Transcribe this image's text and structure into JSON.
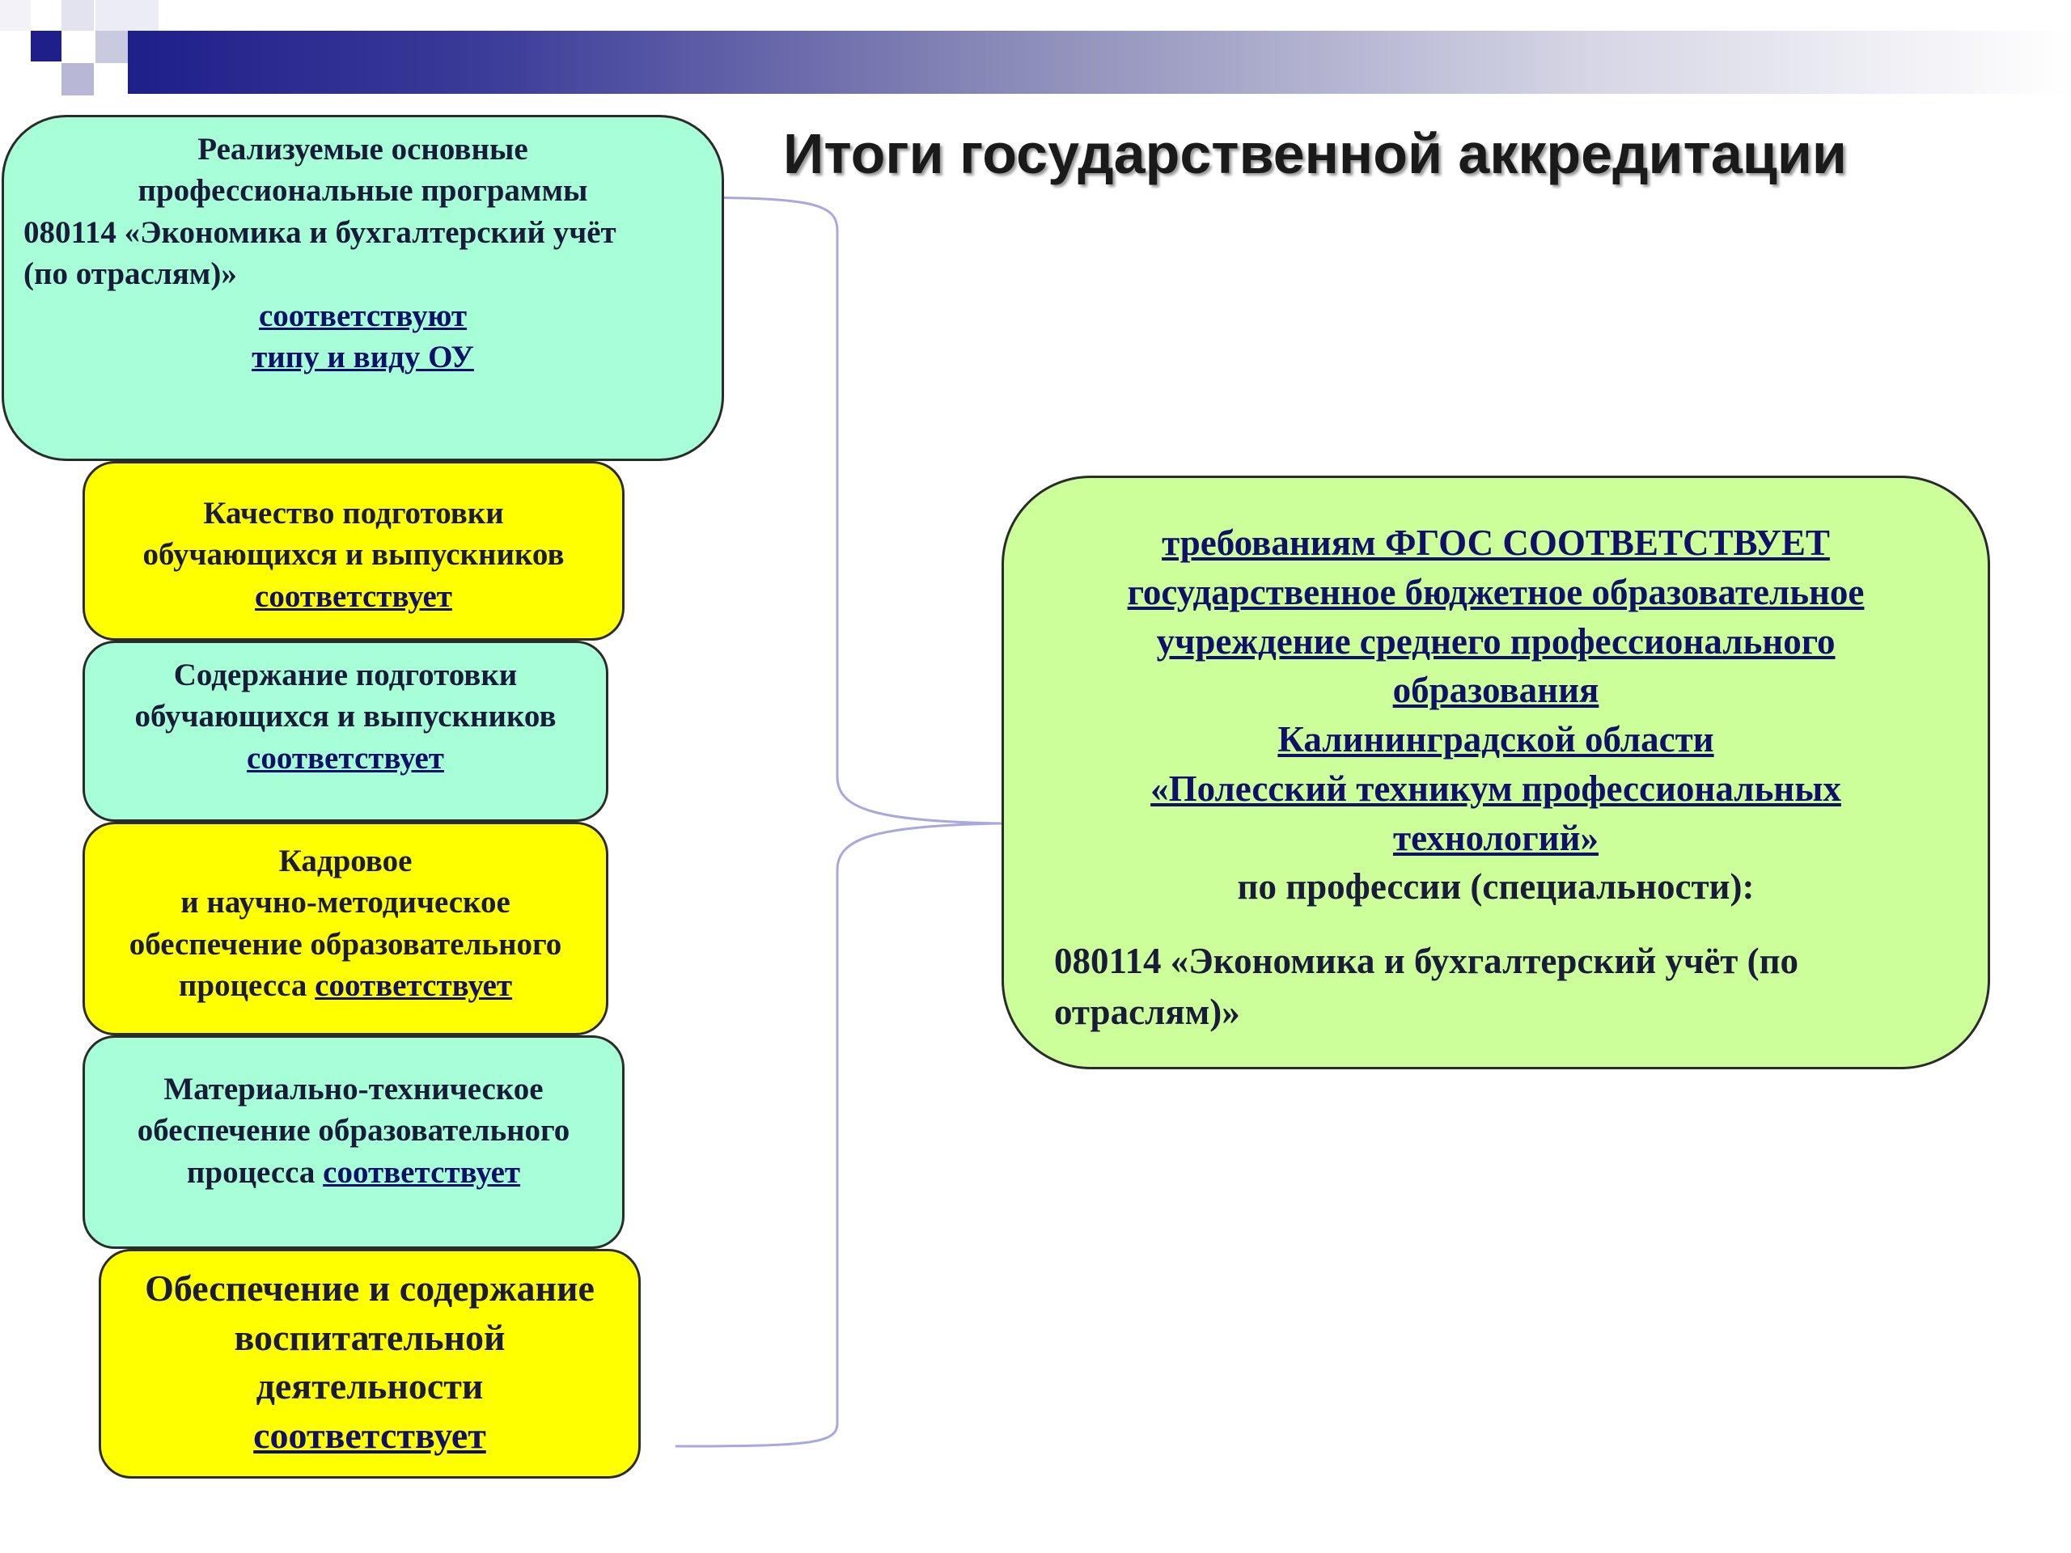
{
  "title": "Итоги государственной аккредитации",
  "colors": {
    "header_bar": "#1f1f8a",
    "teal_box": "#a6ffd6",
    "yellow_box": "#ffff00",
    "green_box": "#ccff99",
    "brace_line": "#a8a8e0"
  },
  "boxes": {
    "programs": {
      "line1": "Реализуемые  основные",
      "line2": "профессиональные программы",
      "line3": "080114 «Экономика и бухгалтерский учёт",
      "line4": "(по отраслям)»",
      "line5": "соответствуют",
      "line6": "типу и виду ОУ"
    },
    "quality": {
      "line1": "Качество подготовки",
      "line2": "обучающихся и выпускников",
      "status": "соответствует"
    },
    "content": {
      "line1": "Содержание подготовки",
      "line2": "обучающихся и выпускников",
      "status": "соответствует"
    },
    "staff": {
      "line1": "Кадровое",
      "line2": "и научно-методическое",
      "line3": "обеспечение образовательного",
      "line4_prefix": "процесса",
      "status": "соответствует"
    },
    "material": {
      "line1": "Материально-техническое",
      "line2": "обеспечение образовательного",
      "line3_prefix": "процесса",
      "status": "соответствует"
    },
    "upbringing": {
      "line1": "Обеспечение и содержание",
      "line2": "воспитательной",
      "line3": "деятельности",
      "status": "соответствует"
    },
    "result": {
      "line1": "требованиям ФГОС СООТВЕТСТВУЕТ",
      "line2": "государственное бюджетное образовательное",
      "line3": "учреждение среднего профессионального",
      "line4": "образования",
      "line5": "Калининградской области",
      "line6": "«Полесский техникум профессиональных",
      "line7": "технологий»",
      "line8": "по профессии (специальности):",
      "line9": "080114 «Экономика и бухгалтерский учёт (по отраслям)»"
    }
  }
}
